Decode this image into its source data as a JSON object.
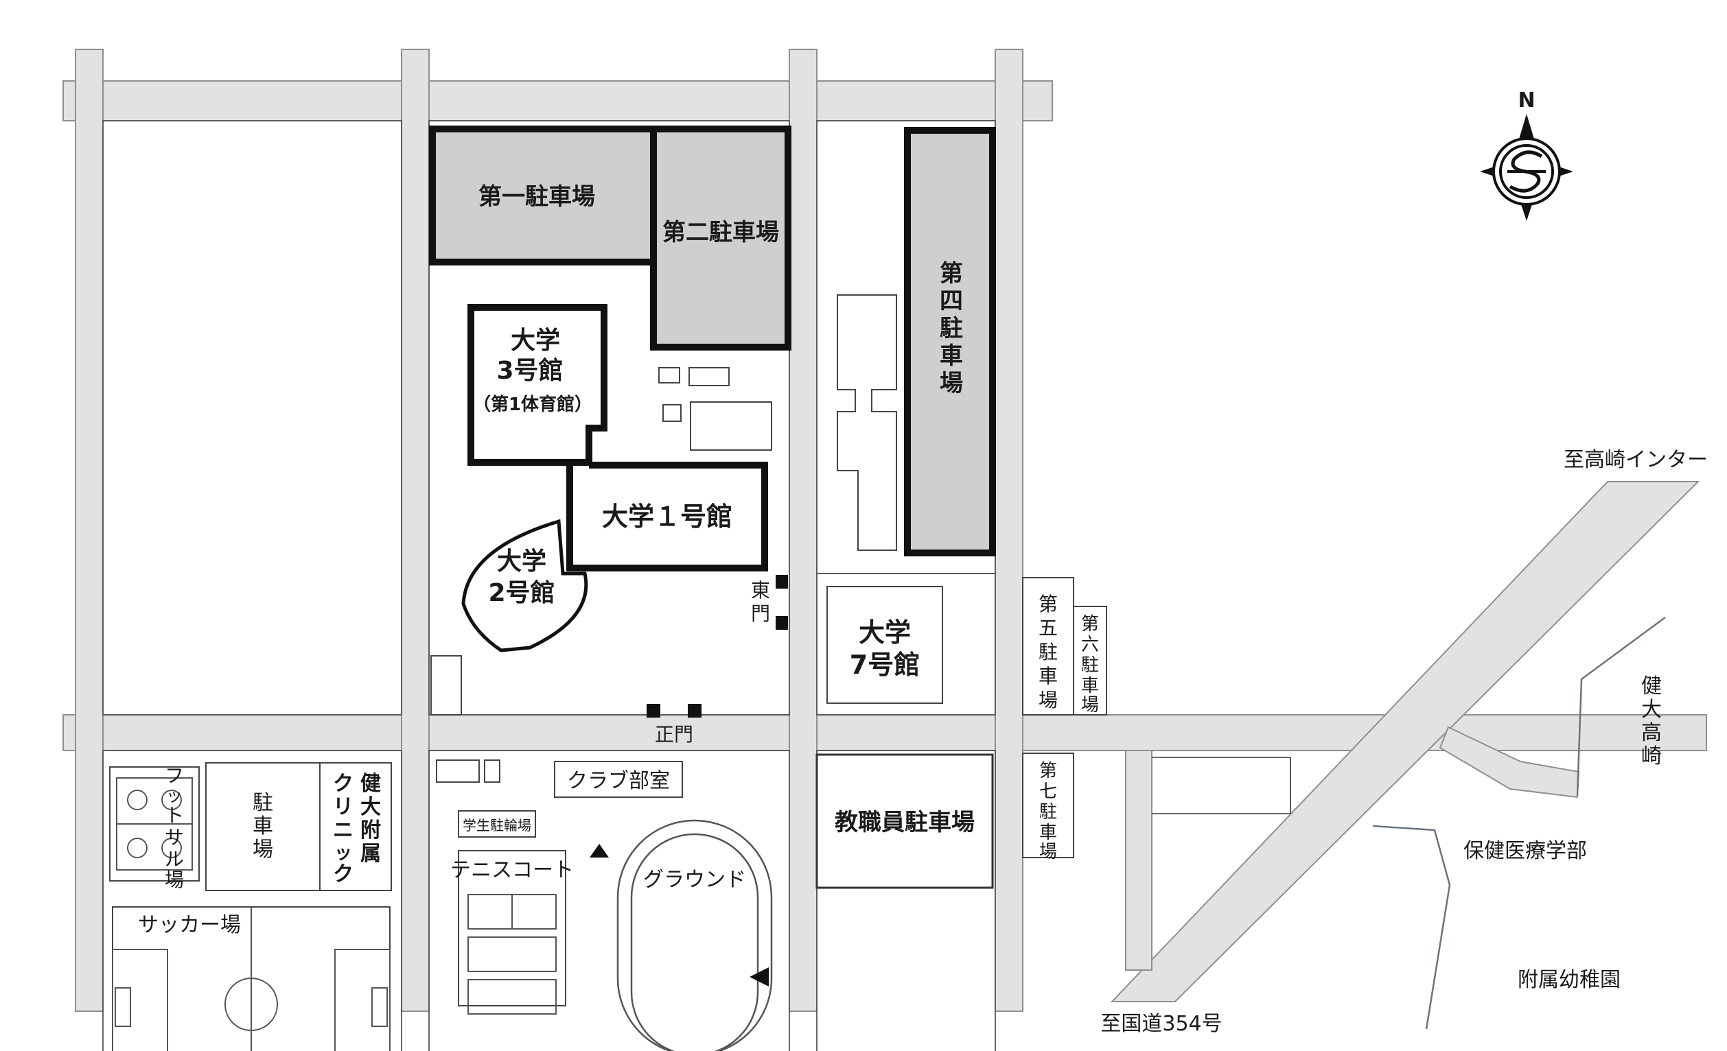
{
  "labels": {
    "parking1": "第一駐車場",
    "parking2": "第二駐車場",
    "parking4": [
      "第",
      "四",
      "駐",
      "車",
      "場"
    ],
    "parking5": [
      "第",
      "五",
      "駐",
      "車",
      "場"
    ],
    "parking6": [
      "第",
      "六",
      "駐",
      "車",
      "場"
    ],
    "parking7": [
      "第",
      "七",
      "駐",
      "車",
      "場"
    ],
    "bldg3": [
      "大学",
      "3号館",
      "（第1体育館）"
    ],
    "bldg1": "大学１号館",
    "bldg2": [
      "大学",
      "2号館"
    ],
    "bldg7": [
      "大学",
      "7号館"
    ],
    "east_gate": [
      "東",
      "門"
    ],
    "main_gate": "正門",
    "staff_parking": "教職員駐車場",
    "club_room": "クラブ部室",
    "bicycle": "学生駐輪場",
    "tennis": "テニスコート",
    "ground": "グラウンド",
    "futsal": [
      "フ",
      "ッ",
      "ト",
      "サ",
      "ル",
      "場"
    ],
    "parking_small": [
      "駐",
      "車",
      "場"
    ],
    "clinic_a": [
      "健",
      "大",
      "附",
      "属"
    ],
    "clinic_b": [
      "ク",
      "リ",
      "ニ",
      "ッ",
      "ク"
    ],
    "soccer": "サッカー場",
    "to_takasaki_ic": "至高崎インター",
    "to_route354": "至国道354号",
    "kendai_takasaki": [
      "健",
      "大",
      "高",
      "崎"
    ],
    "health_faculty": "保健医療学部",
    "kindergarten": "附属幼稚園",
    "compass_n": "N"
  },
  "icons": {
    "compass": "compass-rose-icon",
    "flag": "triangle-marker-icon"
  },
  "colors": {
    "road": "#e2e2e2",
    "parking_fill": "#cfcfcf",
    "outline": "#111111"
  }
}
